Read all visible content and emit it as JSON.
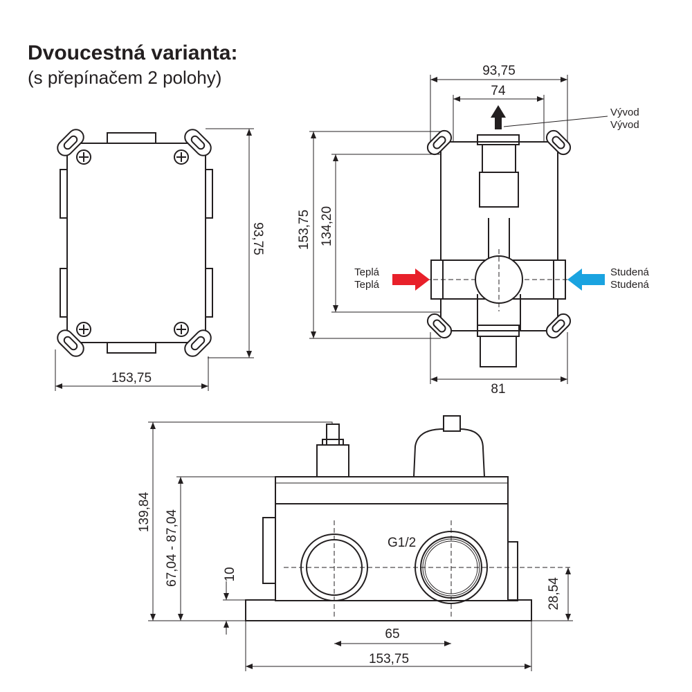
{
  "title": "Dvoucestná varianta:",
  "subtitle": "(s přepínačem 2 polohy)",
  "colors": {
    "hot_arrow": "#e8202a",
    "cold_arrow": "#1aa3e0",
    "line": "#231f20"
  },
  "front_view": {
    "width_dim": "153,75",
    "depth_dim": "93,75"
  },
  "side_view": {
    "top_outer_dim": "93,75",
    "top_inner_dim": "74",
    "bottom_dim": "81",
    "height_outer_dim": "153,75",
    "height_inner_dim": "134,20",
    "outlet_label_1": "Vývod",
    "outlet_label_2": "Vývod",
    "hot_label_1": "Teplá",
    "hot_label_2": "Teplá",
    "cold_label_1": "Studená",
    "cold_label_2": "Studená"
  },
  "bottom_view": {
    "total_height_dim": "139,84",
    "range_dim": "67,04 - 87,04",
    "offset_dim": "10",
    "thread_label": "G1/2",
    "center_height_dim": "28,54",
    "spacing_dim": "65",
    "width_dim": "153,75"
  }
}
